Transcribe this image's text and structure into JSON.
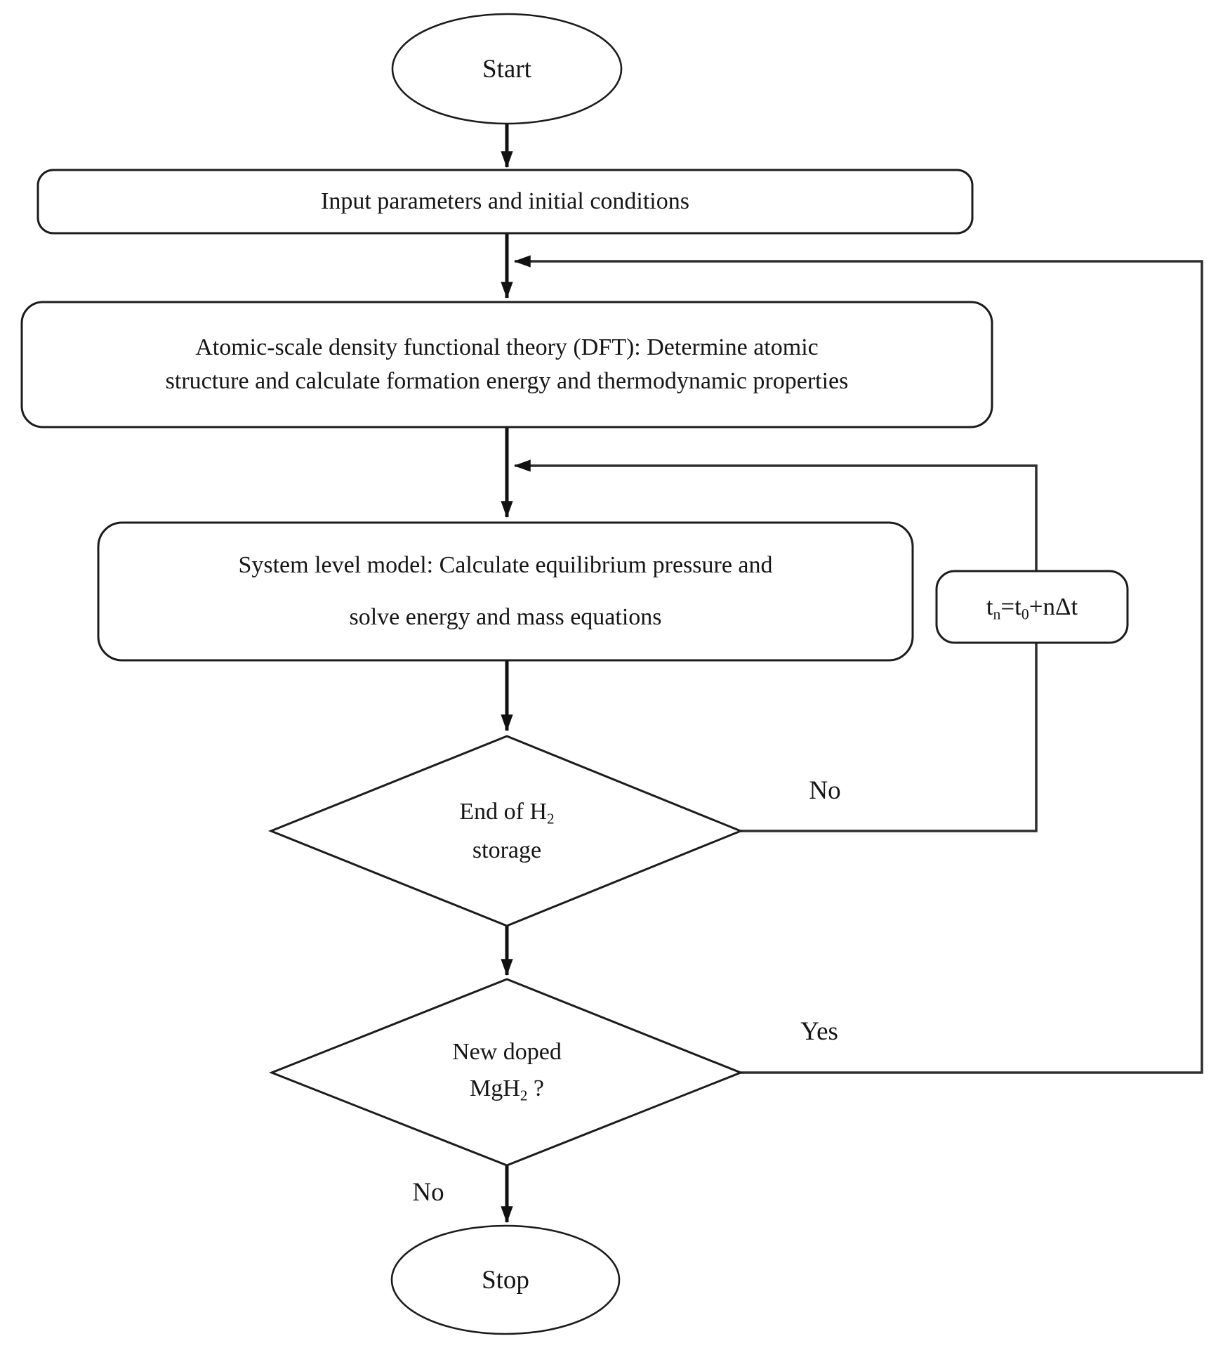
{
  "figure": {
    "type": "flowchart",
    "colors": {
      "background": "#ffffff",
      "node_fill": "#ffffff",
      "node_stroke": "#1c1c1c",
      "arrow_color": "#111111",
      "loop_line_color": "#2e2e2e",
      "text_color": "#161616"
    },
    "nodes": {
      "start": {
        "label": "Start"
      },
      "input_params": {
        "label": "Input parameters and initial conditions"
      },
      "dft": {
        "line1": "Atomic-scale density functional theory (DFT): Determine atomic",
        "line2": "structure and calculate formation energy and thermodynamic properties"
      },
      "system_model": {
        "line1": "System level model: Calculate equilibrium pressure and",
        "line2": "solve energy and mass equations"
      },
      "time_update": {
        "part1": "t",
        "sub1": "n",
        "part2": "=t",
        "sub2": "0",
        "part3": "+nΔt"
      },
      "decision_end_storage": {
        "line1_text": "End of H",
        "line1_sub": "2",
        "line2": "storage"
      },
      "decision_new_doped": {
        "line1": "New doped",
        "line2_text": "MgH",
        "line2_sub": "2",
        "line2_suffix": " ?"
      },
      "stop": {
        "label": "Stop"
      }
    },
    "edge_labels": {
      "no_end_storage": "No",
      "yes_new_doped": "Yes",
      "no_new_doped": "No"
    }
  }
}
